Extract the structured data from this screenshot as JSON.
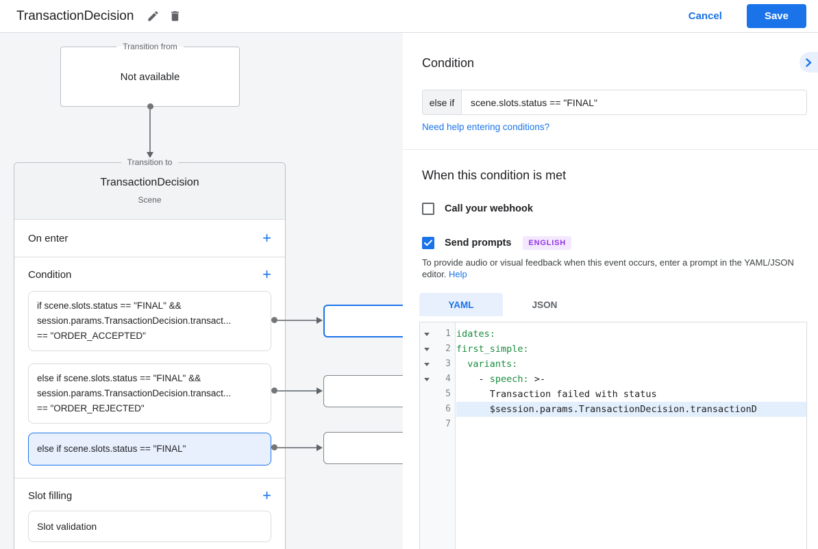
{
  "topbar": {
    "title": "TransactionDecision",
    "cancel": "Cancel",
    "save": "Save"
  },
  "flow": {
    "from_box": {
      "legend": "Transition from",
      "text": "Not available"
    },
    "to_card": {
      "legend": "Transition to",
      "title": "TransactionDecision",
      "subtitle": "Scene",
      "on_enter_label": "On enter",
      "condition_label": "Condition",
      "conditions": [
        {
          "lines": [
            "if scene.slots.status == \"FINAL\" &&",
            "session.params.TransactionDecision.transact...",
            "== \"ORDER_ACCEPTED\""
          ],
          "selected": false
        },
        {
          "lines": [
            "else if scene.slots.status == \"FINAL\" &&",
            "session.params.TransactionDecision.transact...",
            "== \"ORDER_REJECTED\""
          ],
          "selected": false
        },
        {
          "lines": [
            "else if scene.slots.status == \"FINAL\""
          ],
          "selected": true
        }
      ],
      "slot_filling_label": "Slot filling",
      "slot_item": "Slot validation"
    }
  },
  "panel": {
    "condition_heading": "Condition",
    "condition_input": {
      "prefix": "else if",
      "value": "scene.slots.status == \"FINAL\""
    },
    "help_link": "Need help entering conditions?",
    "when_heading": "When this condition is met",
    "webhook": {
      "label": "Call your webhook",
      "checked": false
    },
    "prompts": {
      "label": "Send prompts",
      "checked": true,
      "badge": "ENGLISH"
    },
    "helper_text": "To provide audio or visual feedback when this event occurs, enter a prompt in the YAML/JSON editor.",
    "helper_link": "Help",
    "tabs": [
      {
        "label": "YAML",
        "active": true
      },
      {
        "label": "JSON",
        "active": false
      }
    ],
    "editor": {
      "lines": [
        {
          "n": "1",
          "fold": true,
          "hl": false,
          "segs": [
            {
              "t": "idates:",
              "c": "kw"
            }
          ]
        },
        {
          "n": "2",
          "fold": true,
          "hl": false,
          "segs": [
            {
              "t": "first_simple:",
              "c": "kw"
            }
          ]
        },
        {
          "n": "3",
          "fold": true,
          "hl": false,
          "segs": [
            {
              "t": "  ",
              "c": "plain"
            },
            {
              "t": "variants:",
              "c": "kw"
            }
          ]
        },
        {
          "n": "4",
          "fold": true,
          "hl": false,
          "segs": [
            {
              "t": "    - ",
              "c": "plain"
            },
            {
              "t": "speech:",
              "c": "kw"
            },
            {
              "t": " >-",
              "c": "plain"
            }
          ]
        },
        {
          "n": "5",
          "fold": false,
          "hl": false,
          "segs": [
            {
              "t": "      Transaction failed with status",
              "c": "plain"
            }
          ]
        },
        {
          "n": "6",
          "fold": false,
          "hl": true,
          "segs": [
            {
              "t": "      $session.params.TransactionDecision.transactionD",
              "c": "plain"
            }
          ]
        },
        {
          "n": "7",
          "fold": false,
          "hl": false,
          "segs": []
        }
      ]
    }
  },
  "colors": {
    "accent_blue": "#1a73e8",
    "selected_bg": "#e8f0fe",
    "badge_bg": "#f3e8fd",
    "badge_text": "#9334e6",
    "code_keyword_green": "#188c3c",
    "code_highlight": "#e3effd"
  }
}
